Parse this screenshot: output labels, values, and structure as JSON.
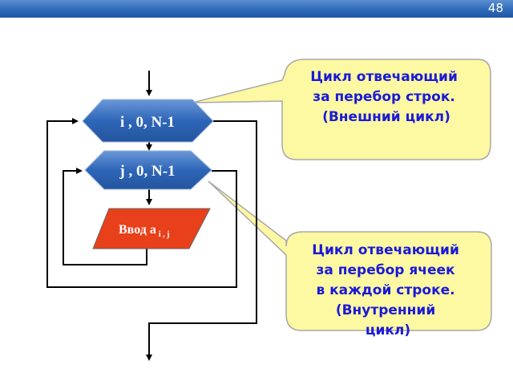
{
  "slide": {
    "number": "48"
  },
  "flowchart": {
    "outer_loop": {
      "text": "i , 0, N-1"
    },
    "inner_loop": {
      "text": "j , 0, N-1"
    },
    "input_block": {
      "text": "Ввод a",
      "subscript": "i , j"
    },
    "colors": {
      "loop_fill": "#2e66b8",
      "input_fill": "#e8401a",
      "line": "#000000"
    }
  },
  "callouts": {
    "outer": {
      "lines": [
        "Цикл отвечающий",
        "за перебор строк.",
        "(Внешний цикл)"
      ]
    },
    "inner": {
      "lines": [
        "Цикл отвечающий",
        "за перебор ячеек",
        "в каждой строке.",
        "(Внутренний",
        "цикл)"
      ]
    },
    "colors": {
      "fill": "#fdf8a2",
      "text": "#1a1ad8"
    }
  }
}
